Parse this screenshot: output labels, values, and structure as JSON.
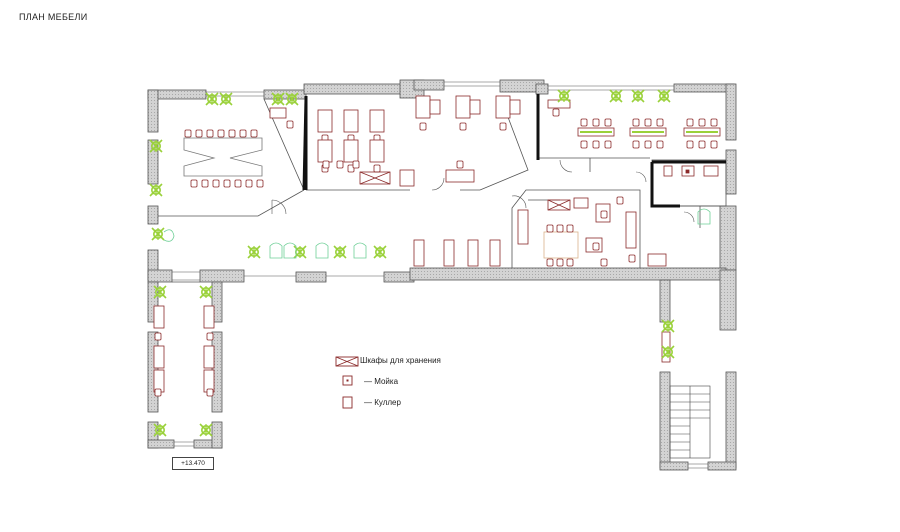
{
  "title": "ПЛАН МЕБЕЛИ",
  "level_mark": "+13.470",
  "legend": [
    {
      "symbol": "storage-cabinet",
      "label": "Шкафы для хранения"
    },
    {
      "symbol": "sink",
      "label": "— Мойка"
    },
    {
      "symbol": "cooler",
      "label": "— Куллер"
    }
  ],
  "colors": {
    "wall_fill": "#c9c9c9",
    "wall_stroke": "#555555",
    "partition": "#111111",
    "furniture": "#8b2a2a",
    "plant": "#9ad13a",
    "line": "#555555",
    "glass": "#6fcf97"
  }
}
